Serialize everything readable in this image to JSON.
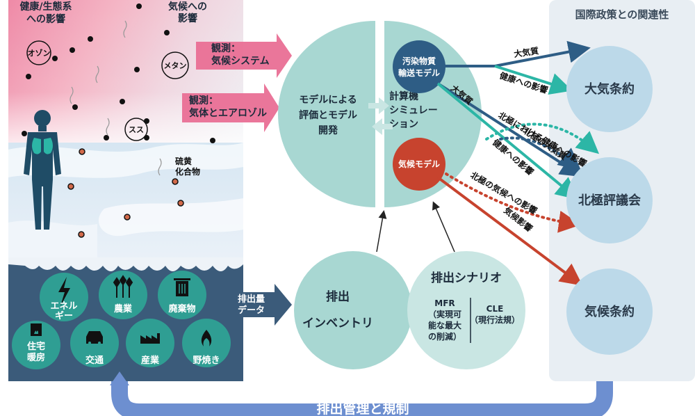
{
  "atmosphere": {
    "health_label": [
      "健康/生態系",
      "への影響"
    ],
    "climate_label": [
      "気候への",
      "影響"
    ],
    "ozone": "オゾン",
    "methane": "メタン",
    "soot": "スス",
    "sulfur": [
      "硫黄",
      "化合物"
    ]
  },
  "observations": {
    "climate_system": [
      "観測：",
      "気候システム"
    ],
    "gas_aerosol": [
      "観測：",
      "気体とエアロゾル"
    ]
  },
  "sectors": {
    "energy": [
      "エネル",
      "ギー"
    ],
    "agriculture": "農業",
    "waste": "廃棄物",
    "residential": [
      "住宅",
      "暖房"
    ],
    "transport": "交通",
    "industry": "産業",
    "burning": "野焼き"
  },
  "emission_data_arrow": [
    "排出量",
    "データ"
  ],
  "model_eval": [
    "モデルによる",
    "評価とモデル",
    "開発"
  ],
  "simulation": [
    "計算機",
    "シミュレー",
    "ション"
  ],
  "transport_model": [
    "汚染物質",
    "輸送モデル"
  ],
  "climate_model": "気候モデル",
  "inventory": [
    "排出",
    "インベントリ"
  ],
  "scenario": {
    "title": "排出シナリオ",
    "mfr": [
      "MFR",
      "（実現可",
      "能な最大",
      "の削減）"
    ],
    "cle": [
      "CLE",
      "（現行法規）"
    ]
  },
  "policy": {
    "header": "国際政策との関連性",
    "air_convention": "大気条約",
    "arctic_council": "北極評議会",
    "climate_convention": "気候条約"
  },
  "arrows": {
    "air_quality_top": "大気質",
    "health_impact_top": "健康への影響",
    "air_quality_mid": "大気質",
    "arctic_health": "北極における健康への影響",
    "arctic_air": "北極の大気質",
    "health_impact_mid": "健康への影響",
    "arctic_climate": "北極の気候への影響",
    "climate_impact": "気候影響"
  },
  "bottom_bar": "排出管理と規制",
  "colors": {
    "pink": "#e96f95",
    "teal_light": "#a8d7d2",
    "teal": "#2cb6a6",
    "navy": "#2e5d85",
    "red": "#c7432e",
    "blue_bar": "#6d8fd0",
    "policy_bg": "#e8eef3",
    "policy_circle": "#bcd9e9",
    "panel_dark": "#3b5b7a"
  }
}
